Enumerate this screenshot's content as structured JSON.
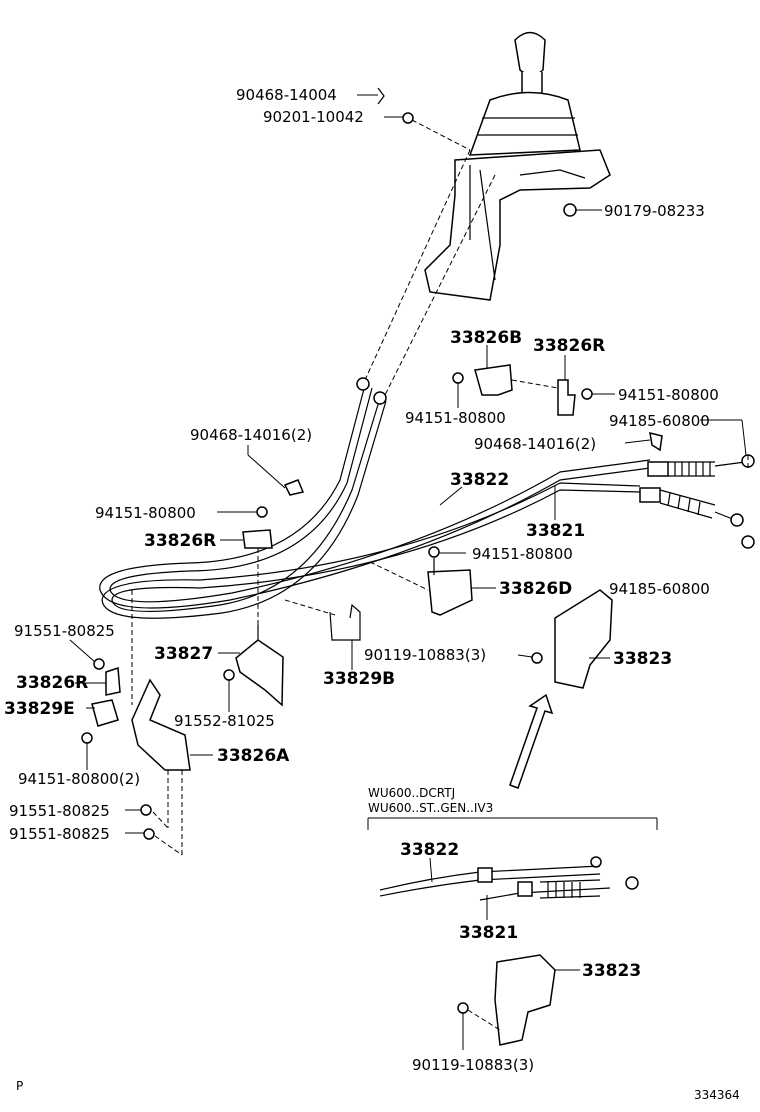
{
  "labels": {
    "p90468_14004": "90468-14004",
    "p90201_10042": "90201-10042",
    "p90179_08233": "90179-08233",
    "p33826B": "33826B",
    "p33826R_top": "33826R",
    "p94151_80800_a": "94151-80800",
    "p94151_80800_b": "94151-80800",
    "p90468_14016_left": "90468-14016(2)",
    "p90468_14016_right": "90468-14016(2)",
    "p94185_60800_a": "94185-60800",
    "p33822": "33822",
    "p33821": "33821",
    "p94151_80800_c": "94151-80800",
    "p33826R_left": "33826R",
    "p94151_80800_d": "94151-80800",
    "p33826D": "33826D",
    "p94185_60800_b": "94185-60800",
    "p91551_80825_a": "91551-80825",
    "p33827": "33827",
    "p90119_10883": "90119-10883(3)",
    "p33823": "33823",
    "p33826R_bot": "33826R",
    "p33829E": "33829E",
    "p33829B": "33829B",
    "p91552_81025": "91552-81025",
    "p33826A": "33826A",
    "p94151_80800_2": "94151-80800(2)",
    "p91551_80825_b": "91551-80825",
    "p91551_80825_c": "91551-80825",
    "variant_line1": "WU600..DCRTJ",
    "variant_line2": "WU600..ST..GEN..IV3",
    "v33822": "33822",
    "v33821": "33821",
    "v33823": "33823",
    "v90119_10883": "90119-10883(3)",
    "corner_p": "P",
    "diagram_number": "334364"
  }
}
